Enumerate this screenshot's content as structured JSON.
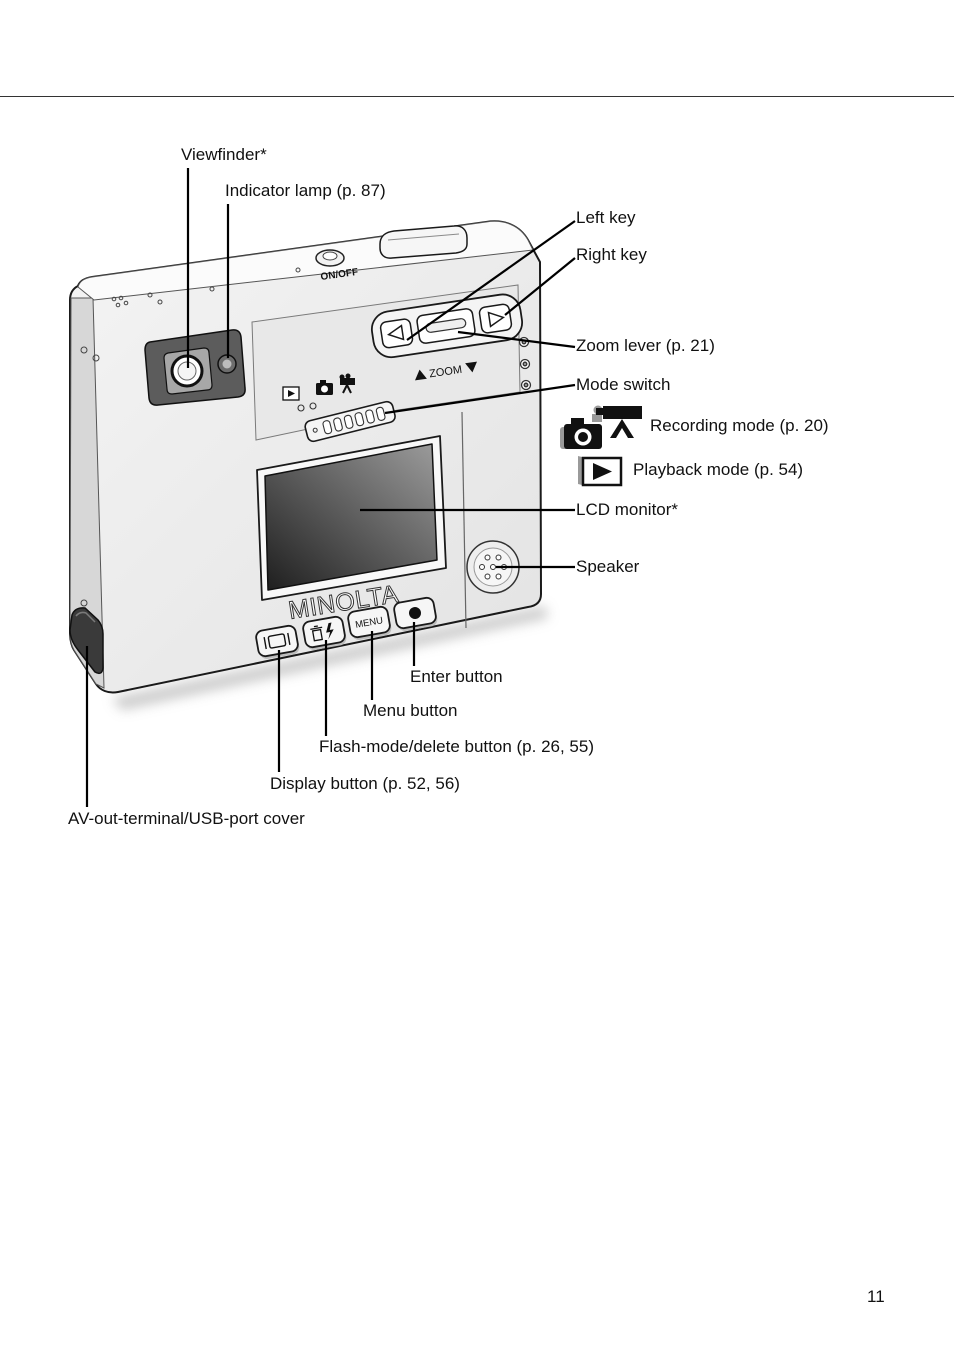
{
  "page_number": "11",
  "callouts": {
    "viewfinder": "Viewfinder*",
    "indicator_lamp": "Indicator lamp (p. 87)",
    "left_key": "Left key",
    "right_key": "Right key",
    "zoom_lever": "Zoom lever (p. 21)",
    "mode_switch": "Mode switch",
    "lcd_monitor": "LCD monitor*",
    "speaker": "Speaker",
    "enter_button": "Enter button",
    "menu_button": "Menu button",
    "flash_delete_button": "Flash-mode/delete button (p. 26, 55)",
    "display_button": "Display button (p. 52, 56)",
    "av_out_cover": "AV-out-terminal/USB-port cover"
  },
  "mode_legend": {
    "recording": {
      "label": "Recording mode (p. 20)",
      "icon": "camera-movie-icon"
    },
    "playback": {
      "label": "Playback mode (p. 54)",
      "icon": "playback-icon"
    }
  },
  "camera_markings": {
    "power": "ON/OFF",
    "zoom": "ZOOM",
    "menu": "MENU",
    "brand": "MINOLTA"
  },
  "colors": {
    "ink": "#000000",
    "camera_body": "#ededed",
    "viewfinder_housing": "#5c5c5c",
    "lcd_dark": "#1e1e1e"
  }
}
